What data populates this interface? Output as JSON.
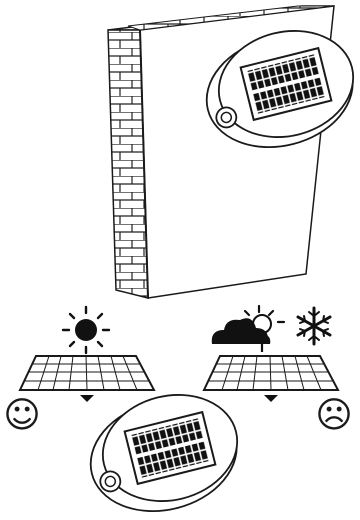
{
  "scene": {
    "wall": {
      "material": "brick",
      "color": "#1a1a1a",
      "background": "#ffffff"
    },
    "device_on_wall": {
      "icon": "solar-panel-device-icon"
    },
    "device_bottom": {
      "icon": "solar-panel-device-icon"
    }
  },
  "conditions": [
    {
      "key": "sunny",
      "weather_icons": [
        "sun-icon"
      ],
      "panel_icon": "solar-panel-icon",
      "indicator_icon": "arrow-down-icon",
      "mood_icon": "happy-face-icon",
      "mood_glyph": "☺"
    },
    {
      "key": "cloudy-snowy",
      "weather_icons": [
        "cloud-sun-icon",
        "snowflake-icon"
      ],
      "panel_icon": "solar-panel-icon",
      "indicator_icon": "arrow-down-icon",
      "mood_icon": "sad-face-icon",
      "mood_glyph": "☹"
    }
  ]
}
